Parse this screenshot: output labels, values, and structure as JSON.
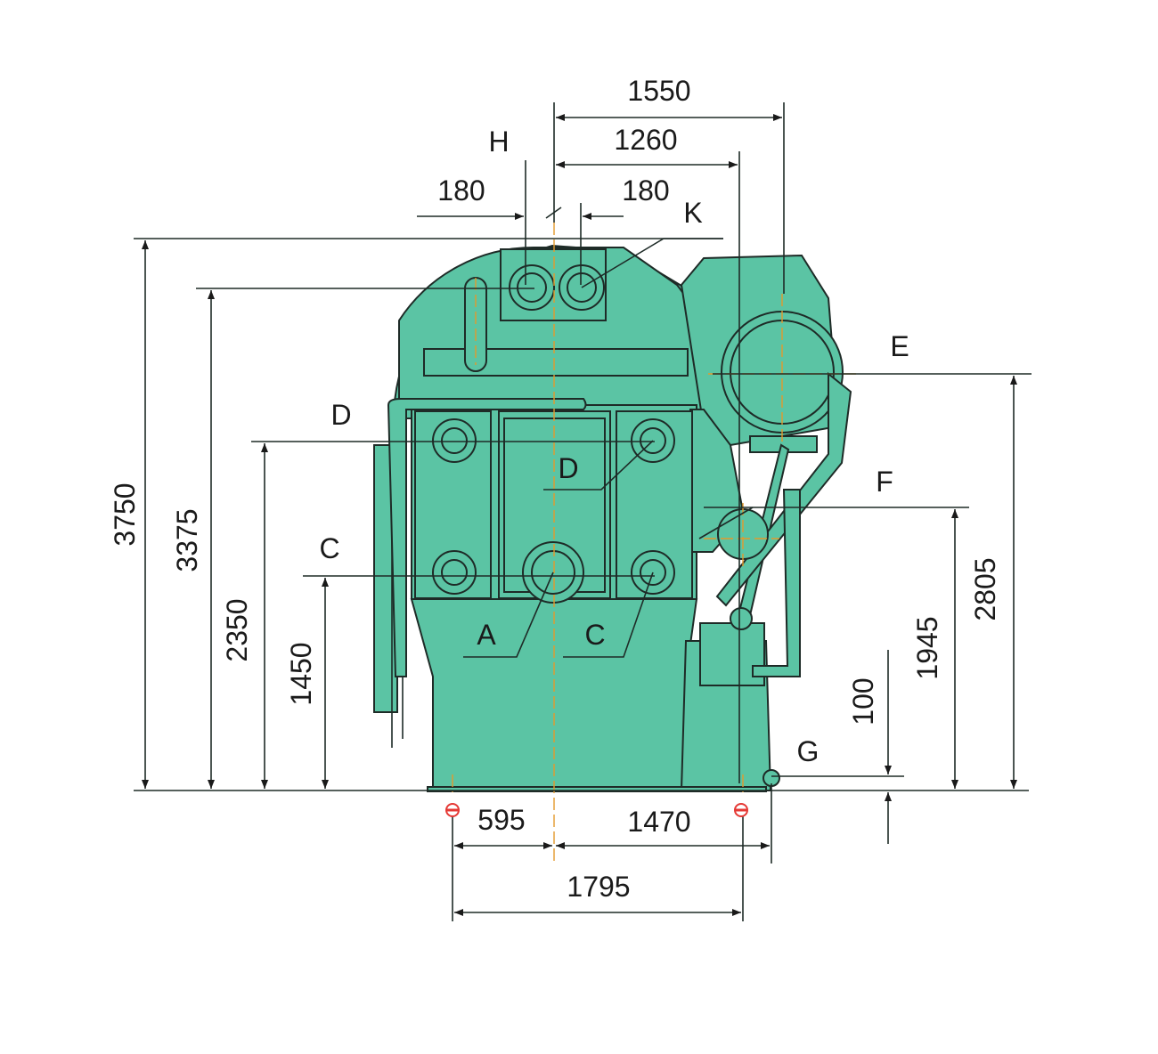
{
  "title": "Boiler dimensional drawing - front view",
  "colors": {
    "body": "#5bc4a4",
    "outline": "#1e2b27",
    "axis": "#e39a2d",
    "anchor": "#e53935"
  },
  "dimensions": {
    "horizontal": {
      "d1550": "1550",
      "d1260": "1260",
      "d180_left": "180",
      "d180_right": "180",
      "d595": "595",
      "d1470": "1470",
      "d1795": "1795"
    },
    "vertical": {
      "d3750": "3750",
      "d3375": "3375",
      "d2350": "2350",
      "d1450": "1450",
      "d2805": "2805",
      "d1945": "1945",
      "d100": "100"
    }
  },
  "connections": {
    "H": "H",
    "K": "K",
    "E": "E",
    "D_left": "D",
    "D_center": "D",
    "F": "F",
    "C_left": "C",
    "A": "A",
    "C_center": "C",
    "G": "G"
  }
}
